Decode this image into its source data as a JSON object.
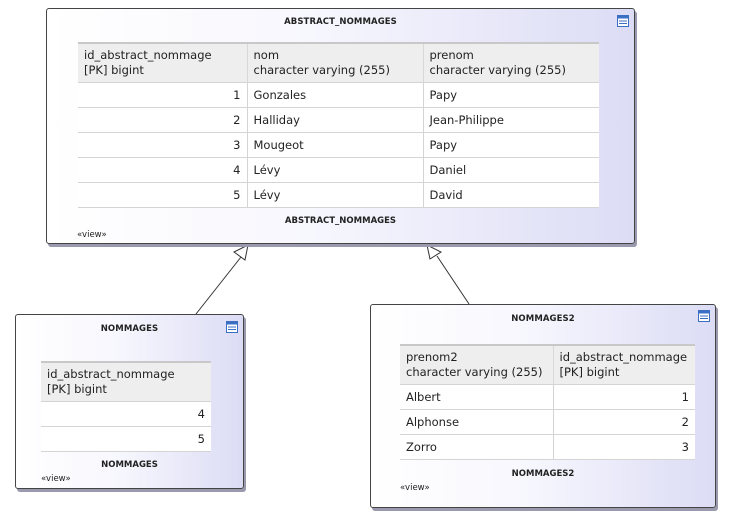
{
  "abstract": {
    "title": "ABSTRACT_NOMMAGES",
    "footer": "ABSTRACT_NOMMAGES",
    "stereotype": "«view»",
    "columns": [
      {
        "name": "id_abstract_nommage",
        "type": "[PK] bigint"
      },
      {
        "name": "nom",
        "type": "character varying (255)"
      },
      {
        "name": "prenom",
        "type": "character varying (255)"
      }
    ],
    "rows": [
      [
        "1",
        "Gonzales",
        "Papy"
      ],
      [
        "2",
        "Halliday",
        "Jean-Philippe"
      ],
      [
        "3",
        "Mougeot",
        "Papy"
      ],
      [
        "4",
        "Lévy",
        "Daniel"
      ],
      [
        "5",
        "Lévy",
        "David"
      ]
    ]
  },
  "nommages": {
    "title": "NOMMAGES",
    "footer": "NOMMAGES",
    "stereotype": "«view»",
    "columns": [
      {
        "name": "id_abstract_nommage",
        "type": "[PK] bigint"
      }
    ],
    "rows": [
      [
        "4"
      ],
      [
        "5"
      ]
    ]
  },
  "nommages2": {
    "title": "NOMMAGES2",
    "footer": "NOMMAGES2",
    "stereotype": "«view»",
    "columns": [
      {
        "name": "prenom2",
        "type": "character varying (255)"
      },
      {
        "name": "id_abstract_nommage",
        "type": "[PK] bigint"
      }
    ],
    "rows": [
      [
        "Albert",
        "1"
      ],
      [
        "Alphonse",
        "2"
      ],
      [
        "Zorro",
        "3"
      ]
    ]
  },
  "colors": {
    "icon_blue": "#3b6fc4",
    "box_gradient_end": "#dcdcf5",
    "header_gray": "#eeeeee"
  }
}
